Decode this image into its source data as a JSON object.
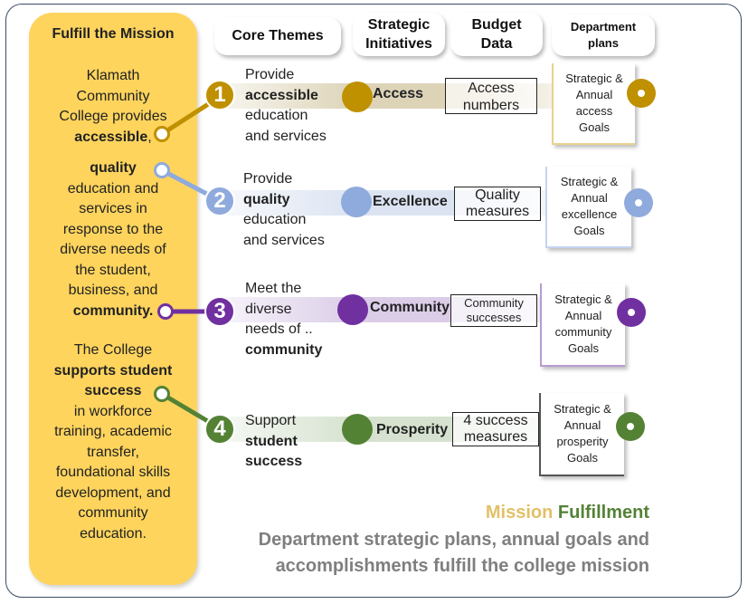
{
  "mission": {
    "title": "Fulfill the Mission",
    "p1": [
      "Klamath",
      "Community",
      "College provides"
    ],
    "p1_bold": "accessible",
    "p1_tail": ",",
    "p2_bold": "quality",
    "p2": [
      "education and",
      "services in",
      "response to the",
      "diverse needs of",
      "the student,",
      "business, and"
    ],
    "p2_bold_end": "community.",
    "p3_line1": "The College",
    "p3_bold": [
      "supports student",
      "success"
    ],
    "p3": [
      "in workforce",
      "training, academic",
      "transfer,",
      "foundational skills",
      "development, and",
      "community",
      "education."
    ]
  },
  "headers": {
    "core_themes": "Core Themes",
    "strategic_initiatives": [
      "Strategic",
      "Initiatives"
    ],
    "budget_data": [
      "Budget",
      "Data"
    ],
    "department_plans": [
      "Department",
      "plans"
    ]
  },
  "rows": [
    {
      "number": "1",
      "color": "#bf9000",
      "band_color": "#ddd4b8",
      "theme": {
        "l1": "Provide",
        "bold": "accessible",
        "l3": "education",
        "l4": "and services"
      },
      "initiative": "Access",
      "budget": [
        "Access",
        "numbers"
      ],
      "goal": [
        "Strategic &",
        "Annual",
        "access",
        "Goals"
      ]
    },
    {
      "number": "2",
      "color": "#8faadc",
      "band_color": "#dce4f2",
      "theme": {
        "l1": "Provide",
        "bold": "quality",
        "l3": "education",
        "l4": "and services"
      },
      "initiative": "Excellence",
      "budget": [
        "Quality",
        "measures"
      ],
      "goal": [
        "Strategic &",
        "Annual",
        "excellence",
        "Goals"
      ]
    },
    {
      "number": "3",
      "color": "#7030a0",
      "band_color": "#dbcde8",
      "theme": {
        "l1": "Meet the",
        "l2": "diverse",
        "l3": "needs of ..",
        "bold": "community"
      },
      "initiative": "Community",
      "budget": [
        "Community",
        "successes"
      ],
      "goal": [
        "Strategic &",
        "Annual",
        "community",
        "Goals"
      ]
    },
    {
      "number": "4",
      "color": "#548235",
      "band_color": "#d6e2cf",
      "theme": {
        "l1": "Support",
        "bold1": "student",
        "bold2": "success"
      },
      "initiative": "Prosperity",
      "budget": [
        "4 success",
        "measures"
      ],
      "goal": [
        "Strategic &",
        "Annual",
        "prosperity",
        "Goals"
      ]
    }
  ],
  "footer": {
    "word1": "Mission",
    "word1_color": "#e2c067",
    "word2": "Fulfillment",
    "word2_color": "#548235",
    "line1": "Department strategic plans, annual goals and",
    "line2": "accomplishments fulfill the college mission"
  }
}
